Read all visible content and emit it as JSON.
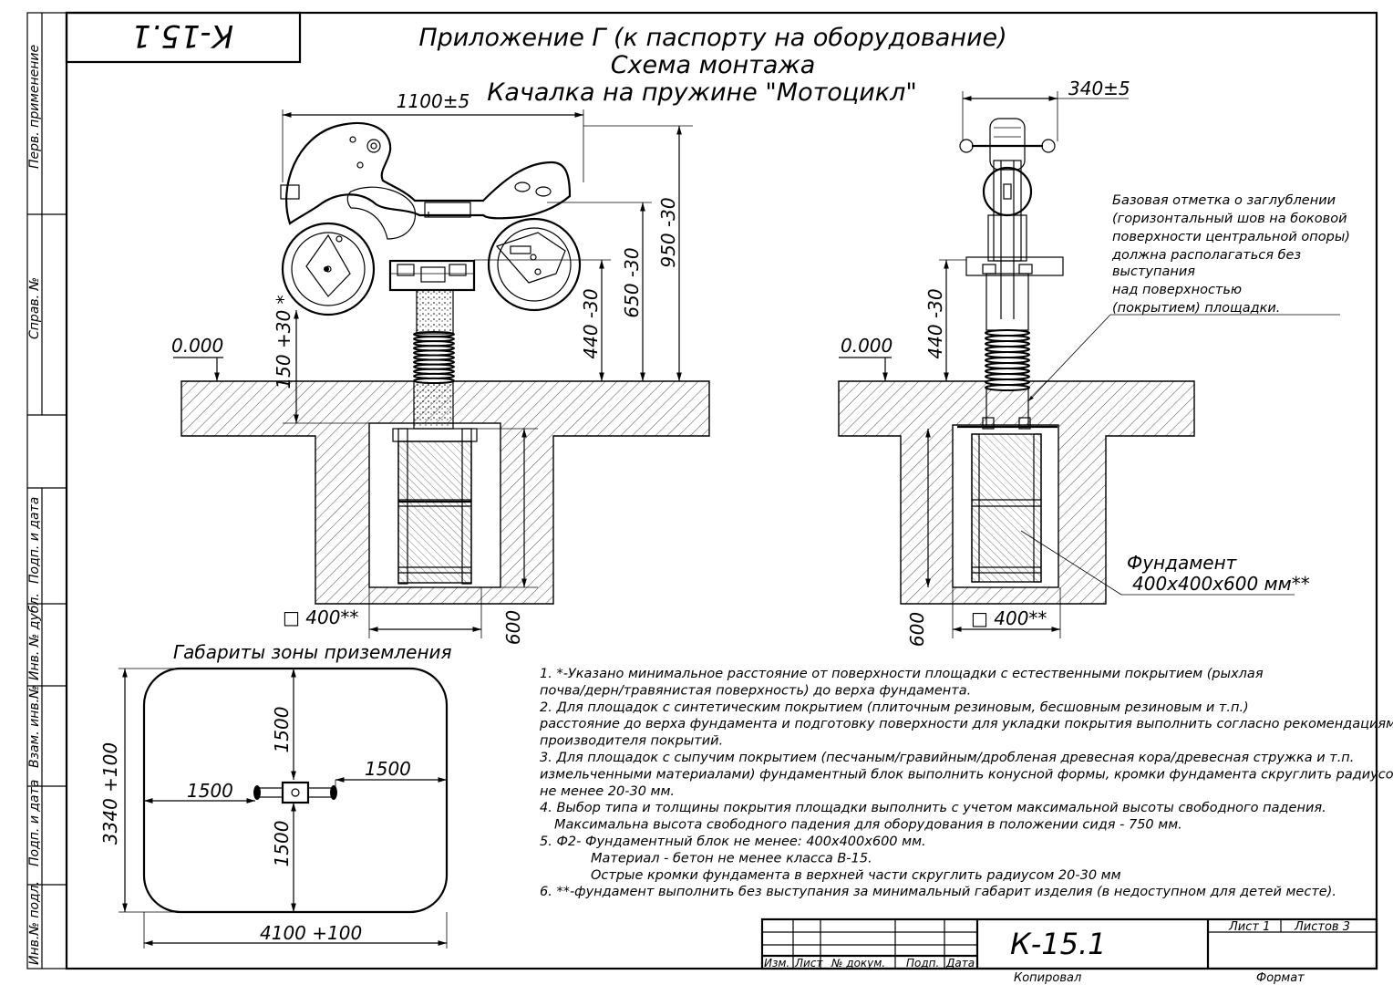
{
  "stamp_code": "К-15.1",
  "title": {
    "line1": "Приложение Г (к паспорту на оборудование)",
    "line2": "Схема монтажа",
    "line3": "Качалка на пружине \"Мотоцикл\""
  },
  "side_labels": {
    "perv_primenenie": "Перв. применение",
    "sprav_no": "Справ. №",
    "podp_i_data_1": "Подп. и дата",
    "inv_no_dubl": "Инв. № дубл.",
    "vzam_inv_no": "Взам. инв.№",
    "podp_i_data_2": "Подп. и дата",
    "inv_no_podl": "Инв.№ подл."
  },
  "front_view": {
    "dim_width": "1100±5",
    "dim_950": "950 -30",
    "dim_650": "650 -30",
    "dim_440": "440 -30",
    "dim_150": "150 +30 *",
    "level": "0.000",
    "dim_600": "600",
    "dim_400": "□ 400**"
  },
  "side_view": {
    "dim_width": "340±5",
    "dim_440": "440 -30",
    "level": "0.000",
    "dim_600": "600",
    "dim_400": "□ 400**",
    "base_note": [
      "Базовая отметка о заглублении",
      "(горизонтальный шов на боковой",
      "поверхности центральной опоры)",
      "должна располагаться без",
      "выступания",
      "над поверхностью",
      "(покрытием) площадки."
    ],
    "foundation_label_1": "Фундамент",
    "foundation_label_2": "400x400x600 мм**"
  },
  "zone": {
    "title": "Габариты зоны приземления",
    "dim_top": "1500",
    "dim_bottom": "1500",
    "dim_left": "1500",
    "dim_right": "1500",
    "dim_height": "3340 +100",
    "dim_width": "4100 +100"
  },
  "notes": [
    "1. *-Указано минимальное расстояние от поверхности площадки с естественными покрытием (рыхлая",
    "почва/дерн/травянистая поверхность) до верха фундамента.",
    "2. Для площадок с синтетическим покрытием (плиточным резиновым, бесшовным резиновым и т.п.)",
    "расстояние до верха фундамента и подготовку поверхности для укладки покрытия выполнить согласно рекомендациям",
    "производителя покрытий.",
    "3. Для площадок с сыпучим покрытием (песчаным/гравийным/дробленая древесная кора/древесная стружка и т.п.",
    "измельченными материалами) фундаментный блок выполнить конусной формы, кромки фундамента скруглить радиусом",
    "не менее 20-30 мм.",
    "4. Выбор типа и толщины покрытия площадки выполнить с учетом максимальной высоты свободного падения.",
    "Максимальна высота свободного падения для оборудования в положении сидя - 750 мм.",
    "5. Ф2- Фундаментный блок не менее: 400x400x600 мм.",
    "Материал - бетон не менее класса В-15.",
    "Острые кромки фундамента в верхней части скруглить радиусом 20-30 мм",
    "6. **-фундамент выполнить без выступания за минимальный габарит изделия (в недоступном для детей месте)."
  ],
  "title_block": {
    "code": "К-15.1",
    "headers": [
      "Изм.",
      "Лист",
      "№ докум.",
      "Подп.",
      "Дата"
    ],
    "sheet": "Лист 1",
    "sheets": "Листов 3",
    "copied": "Копировал",
    "format": "Формат"
  }
}
